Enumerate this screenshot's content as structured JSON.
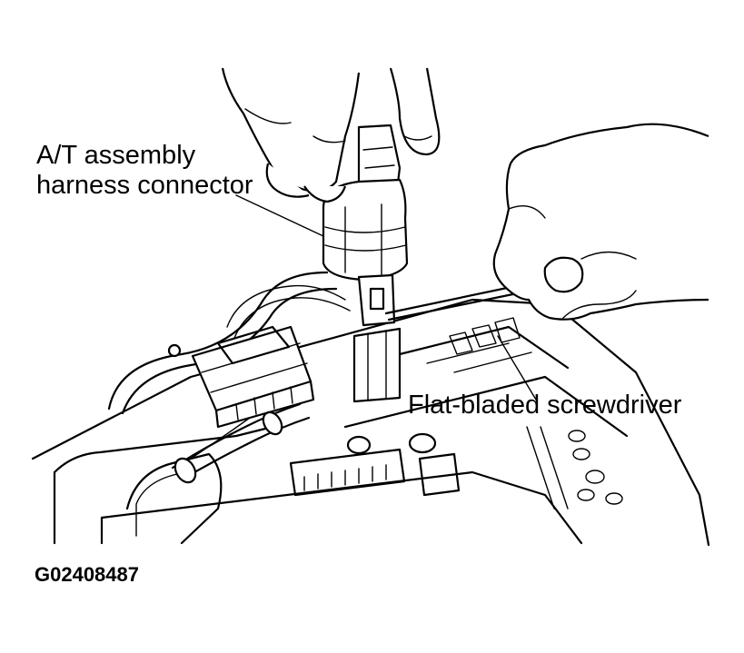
{
  "figure": {
    "callouts": {
      "connector_line1": "A/T assembly",
      "connector_line2": "harness connector",
      "screwdriver": "Flat-bladed screwdriver"
    },
    "figure_id": "G02408487"
  },
  "colors": {
    "ink": "#000000",
    "paper": "#ffffff"
  }
}
